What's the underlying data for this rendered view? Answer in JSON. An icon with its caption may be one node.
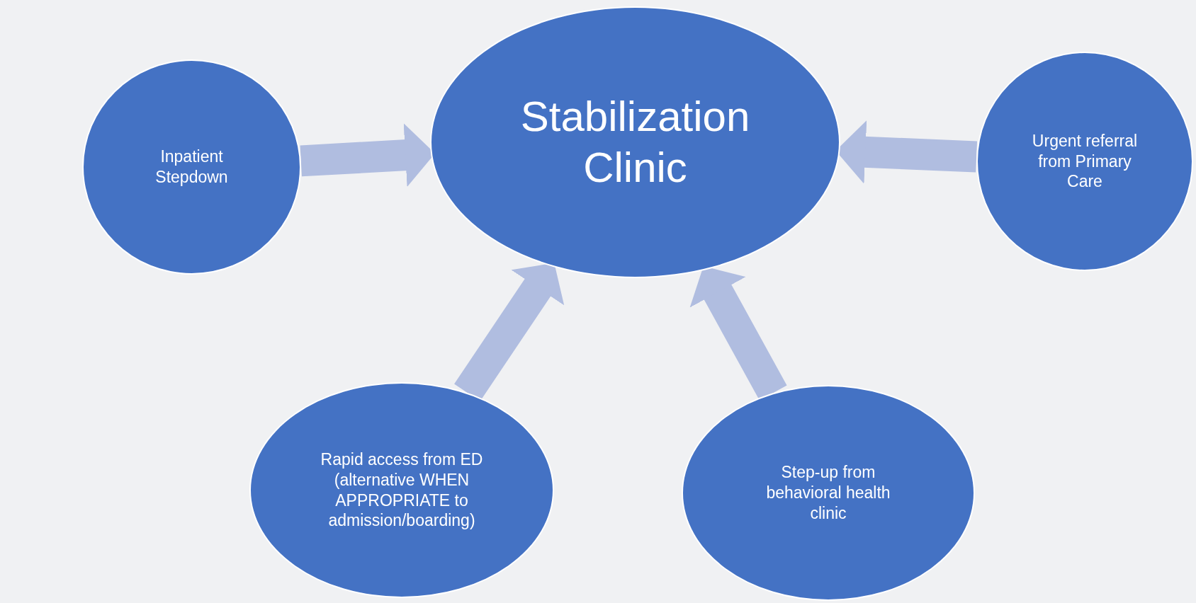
{
  "diagram": {
    "nodes": [
      {
        "text": [
          "Stabilization Clinic"
        ]
      },
      {
        "text": [
          "Inpatient Stepdown"
        ]
      },
      {
        "text": [
          "Urgent referral from Primary Care"
        ]
      },
      {
        "text": [
          "Rapid access from ED (alternative WHEN APPROPRIATE to admission/boarding)"
        ]
      },
      {
        "text": [
          "Step-up from behavioral health clinic"
        ]
      }
    ],
    "edges": [
      {
        "from": 1,
        "to": 0,
        "arrow": "to"
      },
      {
        "from": 2,
        "to": 0,
        "arrow": "to"
      },
      {
        "from": 3,
        "to": 0,
        "arrow": "to"
      },
      {
        "from": 4,
        "to": 0,
        "arrow": "to"
      }
    ]
  }
}
